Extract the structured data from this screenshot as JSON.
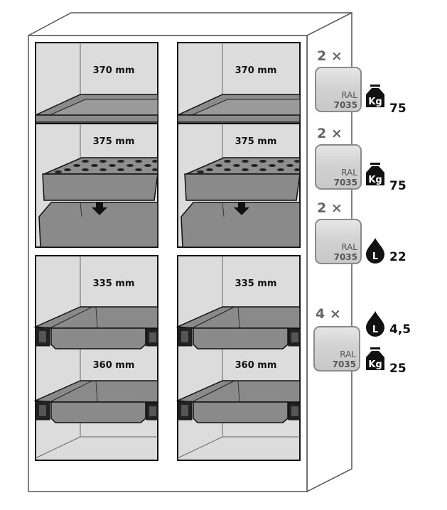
{
  "compartments": {
    "upper": {
      "shelf_height": "370 mm",
      "insert_height": "375 mm"
    },
    "lower": {
      "drawer1_height": "335 mm",
      "drawer2_height": "360 mm"
    }
  },
  "legend": [
    {
      "count": "2 ×",
      "color_label": "RAL",
      "color_code": "7035",
      "icon": "weight-kg-icon",
      "icon_text": "Kg",
      "value": "75"
    },
    {
      "count": "2 ×",
      "color_label": "RAL",
      "color_code": "7035",
      "icon": "weight-kg-icon",
      "icon_text": "Kg",
      "value": "75"
    },
    {
      "count": "2 ×",
      "color_label": "RAL",
      "color_code": "7035",
      "icon": "liquid-drop-icon",
      "icon_text": "L",
      "value": "22"
    },
    {
      "count": "4 ×",
      "color_label": "RAL",
      "color_code": "7035",
      "icon_liquid": "liquid-drop-icon",
      "icon_liquid_text": "L",
      "value_liquid": "4,5",
      "icon_weight": "weight-kg-icon",
      "icon_weight_text": "Kg",
      "value_weight": "25"
    }
  ]
}
